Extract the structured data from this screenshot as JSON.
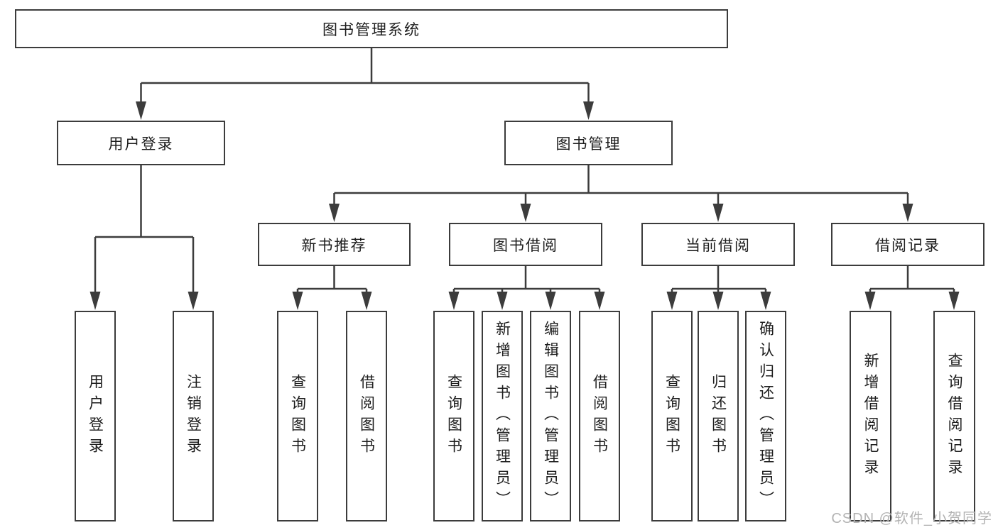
{
  "diagram_title": "图书管理系统",
  "colors": {
    "line": "#3c3c3c",
    "box_border": "#3c3c3c",
    "box_fill": "#ffffff",
    "text": "#1d1d1d",
    "watermark": "#b3b3b3"
  },
  "root": {
    "label": "图书管理系统"
  },
  "level2": [
    {
      "label": "用户登录"
    },
    {
      "label": "图书管理"
    }
  ],
  "level3": [
    {
      "label": "新书推荐",
      "parent": "图书管理"
    },
    {
      "label": "图书借阅",
      "parent": "图书管理"
    },
    {
      "label": "当前借阅",
      "parent": "图书管理"
    },
    {
      "label": "借阅记录",
      "parent": "图书管理"
    }
  ],
  "leaves": [
    {
      "label": "用户登录",
      "parent": "用户登录"
    },
    {
      "label": "注销登录",
      "parent": "用户登录"
    },
    {
      "label": "查询图书",
      "parent": "新书推荐"
    },
    {
      "label": "借阅图书",
      "parent": "新书推荐"
    },
    {
      "label": "查询图书",
      "parent": "图书借阅"
    },
    {
      "label": "新增图书（管理员）",
      "parent": "图书借阅"
    },
    {
      "label": "编辑图书（管理员）",
      "parent": "图书借阅"
    },
    {
      "label": "借阅图书",
      "parent": "图书借阅"
    },
    {
      "label": "查询图书",
      "parent": "当前借阅"
    },
    {
      "label": "归还图书",
      "parent": "当前借阅"
    },
    {
      "label": "确认归还（管理员）",
      "parent": "当前借阅"
    },
    {
      "label": "新增借阅记录",
      "parent": "借阅记录"
    },
    {
      "label": "查询借阅记录",
      "parent": "借阅记录"
    }
  ],
  "watermark": {
    "text": "CSDN @软件_小贺同学"
  }
}
